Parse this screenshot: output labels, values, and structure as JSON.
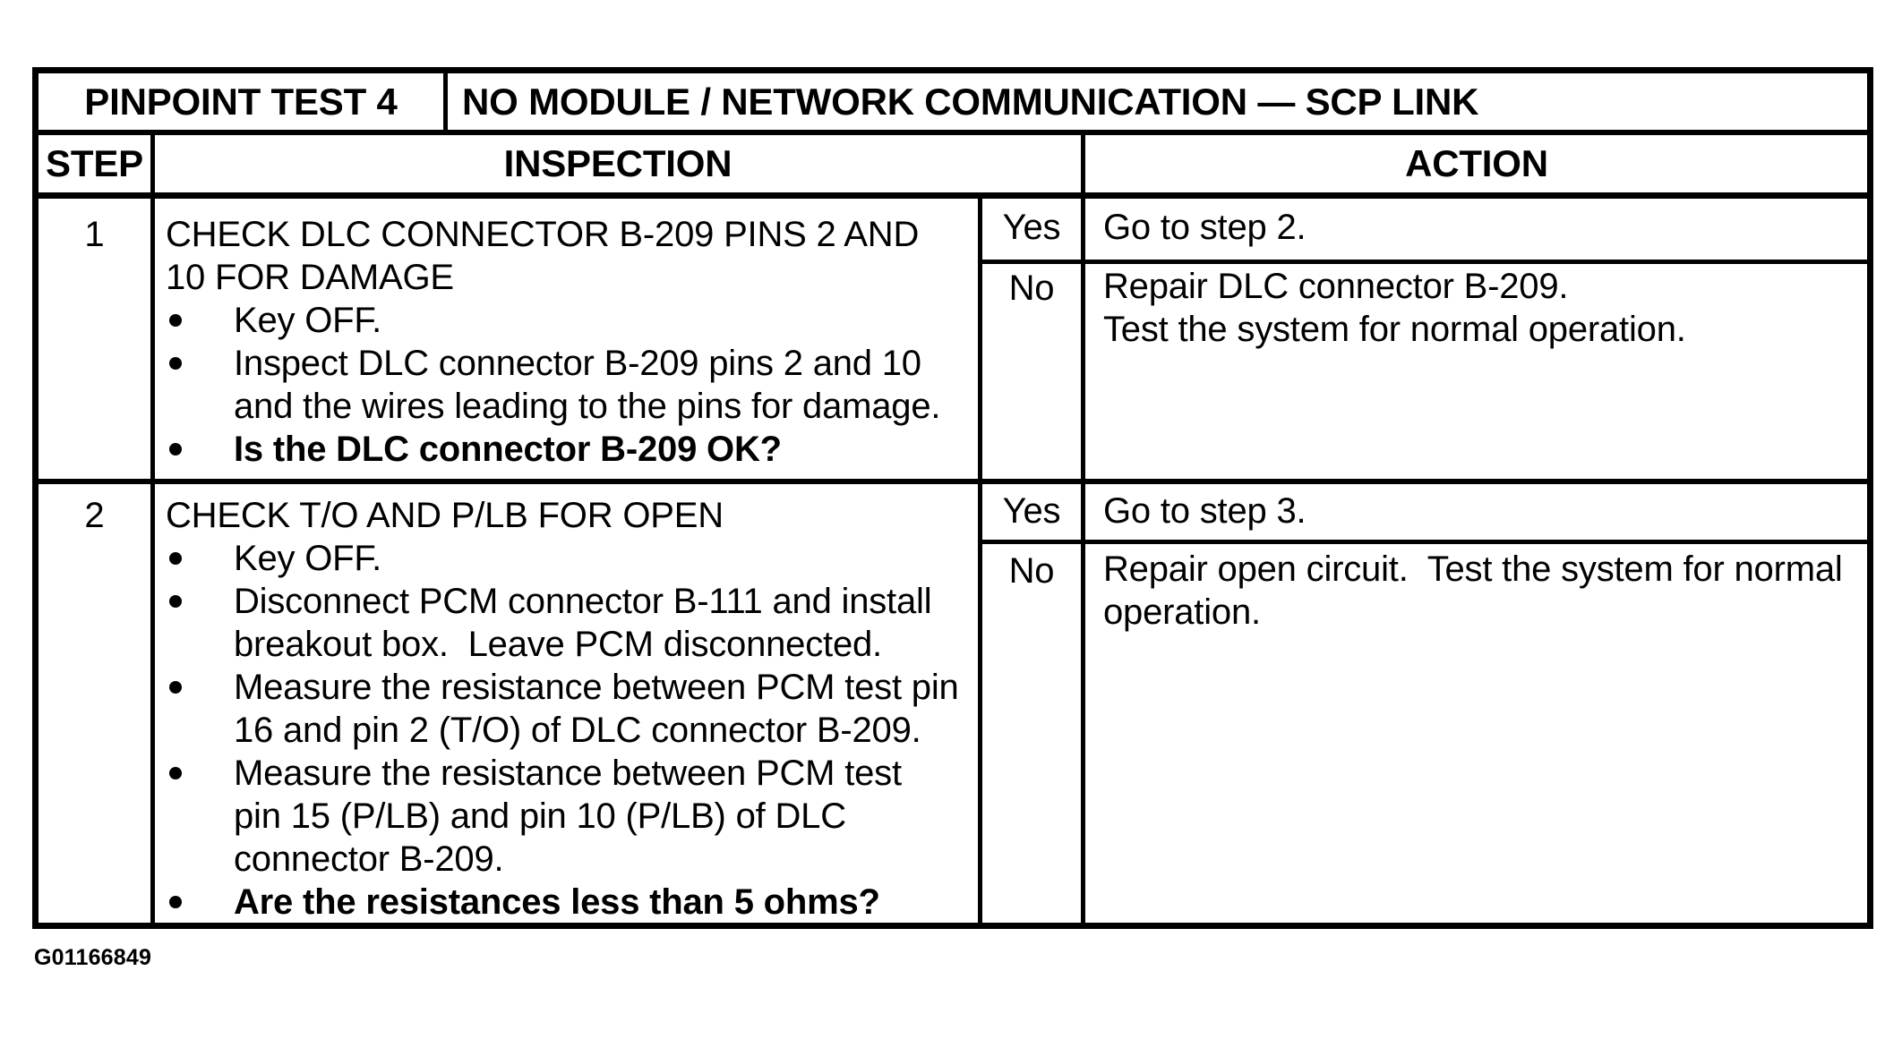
{
  "page": {
    "figure_id": "G01166849"
  },
  "pinpoint_table": {
    "test_label": "PINPOINT TEST 4",
    "test_title": "NO MODULE / NETWORK COMMUNICATION — SCP LINK",
    "columns": {
      "step": "STEP",
      "inspection": "INSPECTION",
      "action": "ACTION"
    },
    "steps": [
      {
        "number": "1",
        "inspection_heading": "CHECK DLC CONNECTOR B-209 PINS 2 AND\n10 FOR DAMAGE",
        "bullets": [
          "Key OFF.",
          "Inspect DLC connector B-209 pins 2 and 10\nand the wires leading to the pins for damage.",
          "Is the DLC connector B-209 OK?"
        ],
        "yes_label": "Yes",
        "yes_action": "Go to step 2.",
        "no_label": "No",
        "no_action": "Repair DLC connector B-209.\nTest the system for normal operation."
      },
      {
        "number": "2",
        "inspection_heading": "CHECK T/O AND P/LB FOR OPEN",
        "bullets": [
          "Key OFF.",
          "Disconnect PCM connector B-111 and install\nbreakout box.  Leave PCM disconnected.",
          "Measure the resistance between PCM test pin\n16 and pin 2 (T/O) of DLC connector B-209.",
          "Measure the resistance between PCM test\npin 15 (P/LB) and pin 10 (P/LB) of DLC\nconnector B-209.",
          "Are the resistances less than 5 ohms?"
        ],
        "yes_label": "Yes",
        "yes_action": "Go to step 3.",
        "no_label": "No",
        "no_action": "Repair open circuit.  Test the system for normal\noperation."
      }
    ]
  }
}
